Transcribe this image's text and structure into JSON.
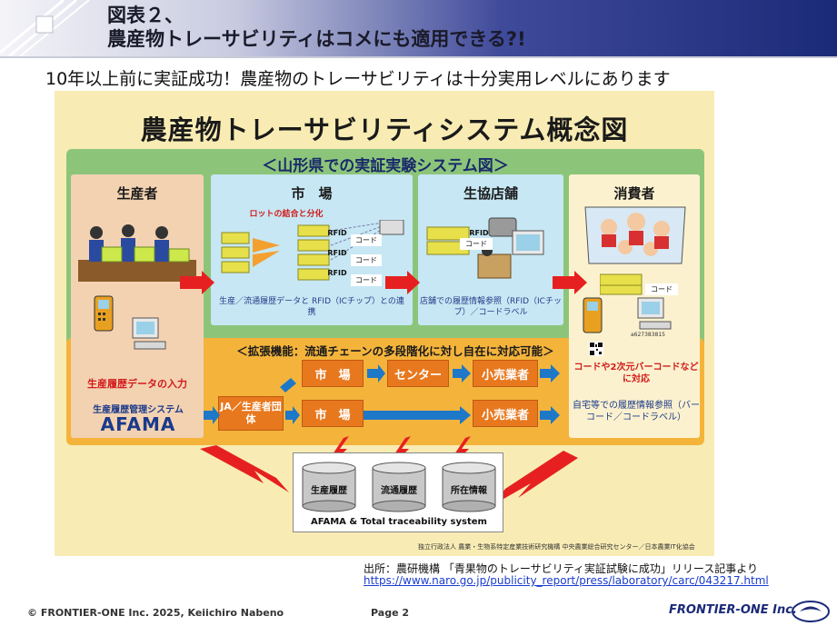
{
  "header": {
    "figure_no": "図表２、",
    "title": "農産物トレーサビリティはコメにも適用できる?!"
  },
  "subtitle": "10年以上前に実証成功！農産物のトレーサビリティは十分実用レベルにあります",
  "diagram": {
    "title": "農産物トレーサビリティシステム概念図",
    "section_title": "＜山形県での実証実験システム図＞",
    "columns": {
      "producer": "生産者",
      "market": "市　場",
      "coop": "生協店舗",
      "consumer": "消費者"
    },
    "market": {
      "lot_label": "ロットの結合と分化",
      "rfid_tag": "RFID",
      "code_tag": "コード",
      "caption": "生産／流通履歴データと RFID（ICチップ）との連携"
    },
    "coop": {
      "caption": "店舗での履歴情報参照（RFID（ICチップ）／コードラベル"
    },
    "consumer": {
      "code_tag": "コード",
      "barcode_number": "a627383815"
    },
    "producer": {
      "input_label": "生産履歴データの入力",
      "system_label": "生産履歴管理システム",
      "system_name": "AFAMA"
    },
    "extension": {
      "title": "＜拡張機能：流通チェーンの多段階化に対し自在に対応可能＞",
      "market1": "市　場",
      "center": "センター",
      "retailer1": "小売業者",
      "ja": "JA／生産者団体",
      "market2": "市　場",
      "retailer2": "小売業者",
      "consumer_note1": "コードや2次元バーコードなどに対応",
      "consumer_note2": "自宅等での履歴情報参照（バーコード／コードラベル）"
    },
    "database": {
      "items": [
        "生産履歴",
        "流通履歴",
        "所在情報"
      ],
      "caption": "AFAMA & Total traceability system"
    },
    "credit": "独立行政法人 農業・生物系特定産業技術研究機構 中央農業総合研究センター／日本農業IT化協会"
  },
  "source": {
    "line1": "出所：農研機構 「青果物のトレーサビリティ実証試験に成功」リリース記事より",
    "url": "https://www.naro.go.jp/publicity_report/press/laboratory/carc/043217.html"
  },
  "footer": {
    "copyright": "© FRONTIER-ONE Inc. 2025, Keiichiro Nabeno",
    "page": "Page 2",
    "brand": "FRONTIER-ONE Inc."
  },
  "colors": {
    "header_dark": "#1b2a78",
    "panel": "#f8ecb4",
    "green_band": "#8cc57a",
    "orange_band": "#f4b43c",
    "orange_box": "#e8781e",
    "arrow_red": "#e62020",
    "arrow_blue": "#1e78c8"
  }
}
